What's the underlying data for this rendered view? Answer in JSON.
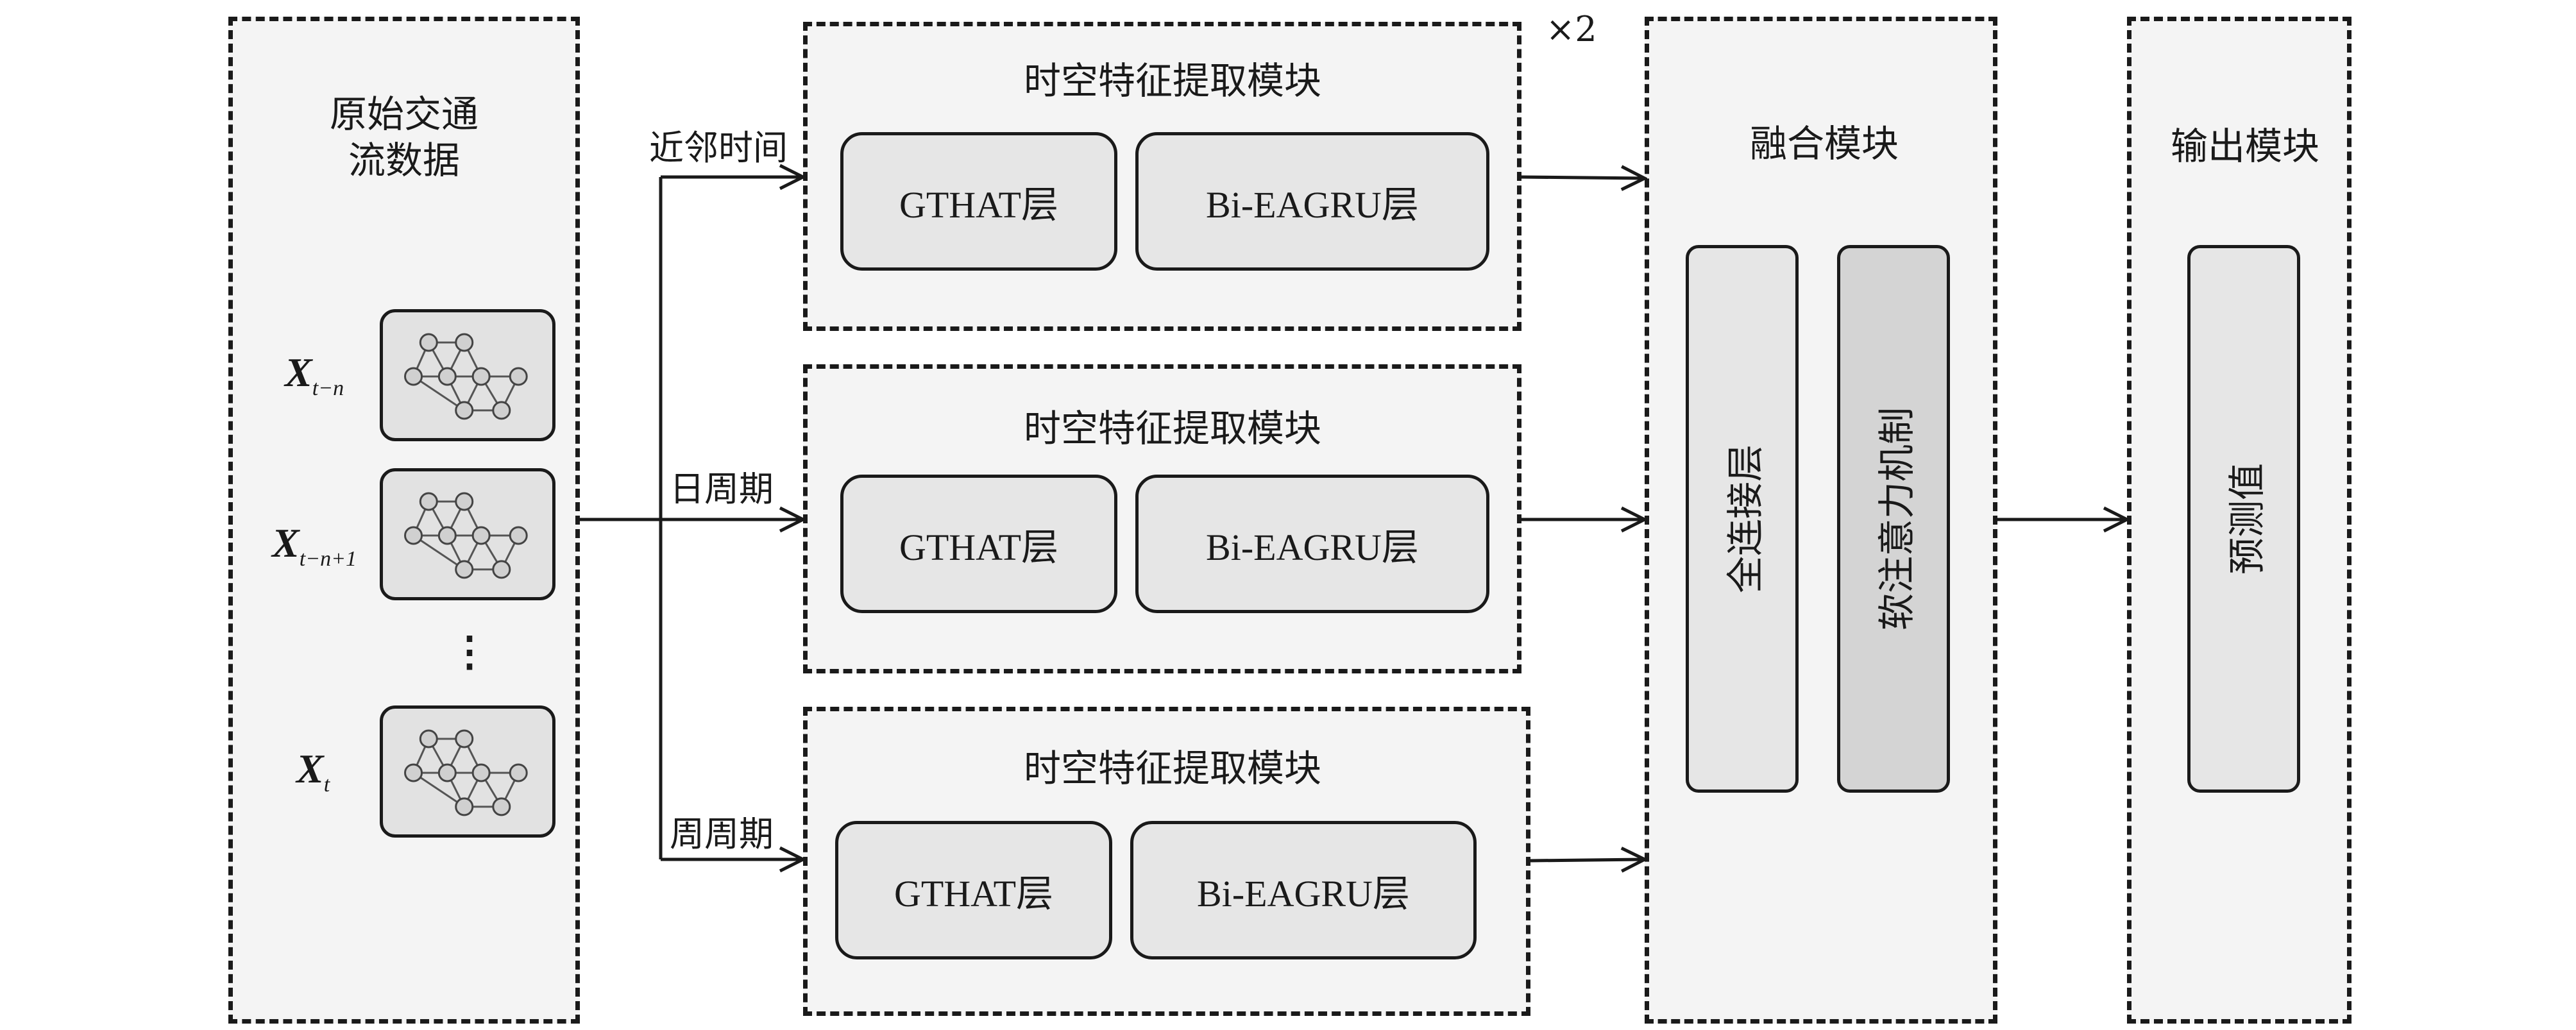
{
  "input": {
    "title_line1": "原始交通",
    "title_line2": "流数据",
    "items": [
      {
        "symbol": "X",
        "subscript": "t−n"
      },
      {
        "symbol": "X",
        "subscript": "t−n+1"
      },
      {
        "symbol": "X",
        "subscript": "t"
      }
    ],
    "ellipsis": "⋮"
  },
  "branches": [
    {
      "label": "近邻时间",
      "module_title": "时空特征提取模块",
      "layers": [
        "GTHAT层",
        "Bi-EAGRU层"
      ]
    },
    {
      "label": "日周期",
      "module_title": "时空特征提取模块",
      "layers": [
        "GTHAT层",
        "Bi-EAGRU层"
      ]
    },
    {
      "label": "周周期",
      "module_title": "时空特征提取模块",
      "layers": [
        "GTHAT层",
        "Bi-EAGRU层"
      ]
    }
  ],
  "repeat_marker": "×2",
  "fusion": {
    "title": "融合模块",
    "layers": [
      "全连接层",
      "软注意力机制"
    ]
  },
  "output": {
    "title": "输出模块",
    "layers": [
      "预测值"
    ]
  },
  "colors": {
    "panel_fill": "#f4f4f4",
    "layer_fill": "#e6e6e6",
    "attention_fill": "#d4d4d4",
    "line": "#1a1a1a"
  }
}
